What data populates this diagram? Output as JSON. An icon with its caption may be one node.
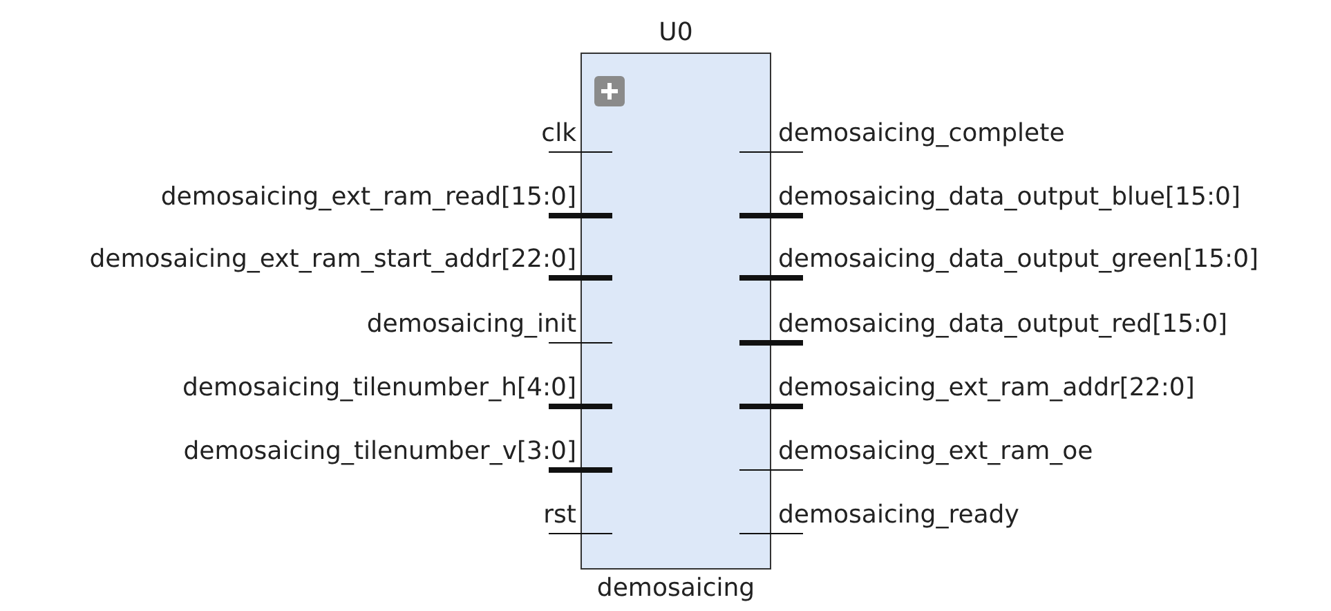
{
  "diagram": {
    "nodes": [
      {
        "text": [
          "U0",
          "demosaicing"
        ]
      }
    ],
    "labels": [
      "clk",
      "demosaicing_complete",
      "demosaicing_ext_ram_read[15:0]",
      "demosaicing_data_output_blue[15:0]",
      "demosaicing_ext_ram_start_addr[22:0]",
      "demosaicing_data_output_green[15:0]",
      "demosaicing_init",
      "demosaicing_data_output_red[15:0]",
      "demosaicing_tilenumber_h[4:0]",
      "demosaicing_ext_ram_addr[22:0]",
      "demosaicing_tilenumber_v[3:0]",
      "demosaicing_ext_ram_oe",
      "rst",
      "demosaicing_ready"
    ]
  }
}
